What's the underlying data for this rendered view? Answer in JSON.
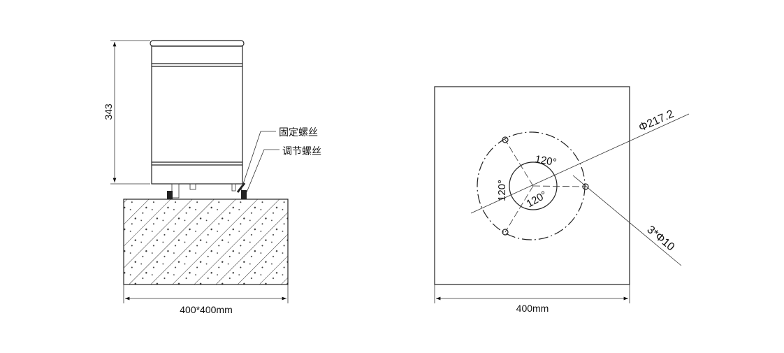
{
  "side_view": {
    "height_label": "343",
    "fixing_screw_label": "固定螺丝",
    "adjusting_screw_label": "调节螺丝",
    "base_width_label": "400*400mm"
  },
  "top_view": {
    "circle_diameter_label": "Φ217.2",
    "holes_label": "3*Φ10",
    "angle_labels": [
      "120°",
      "120°",
      "120°"
    ],
    "width_label": "400mm"
  }
}
